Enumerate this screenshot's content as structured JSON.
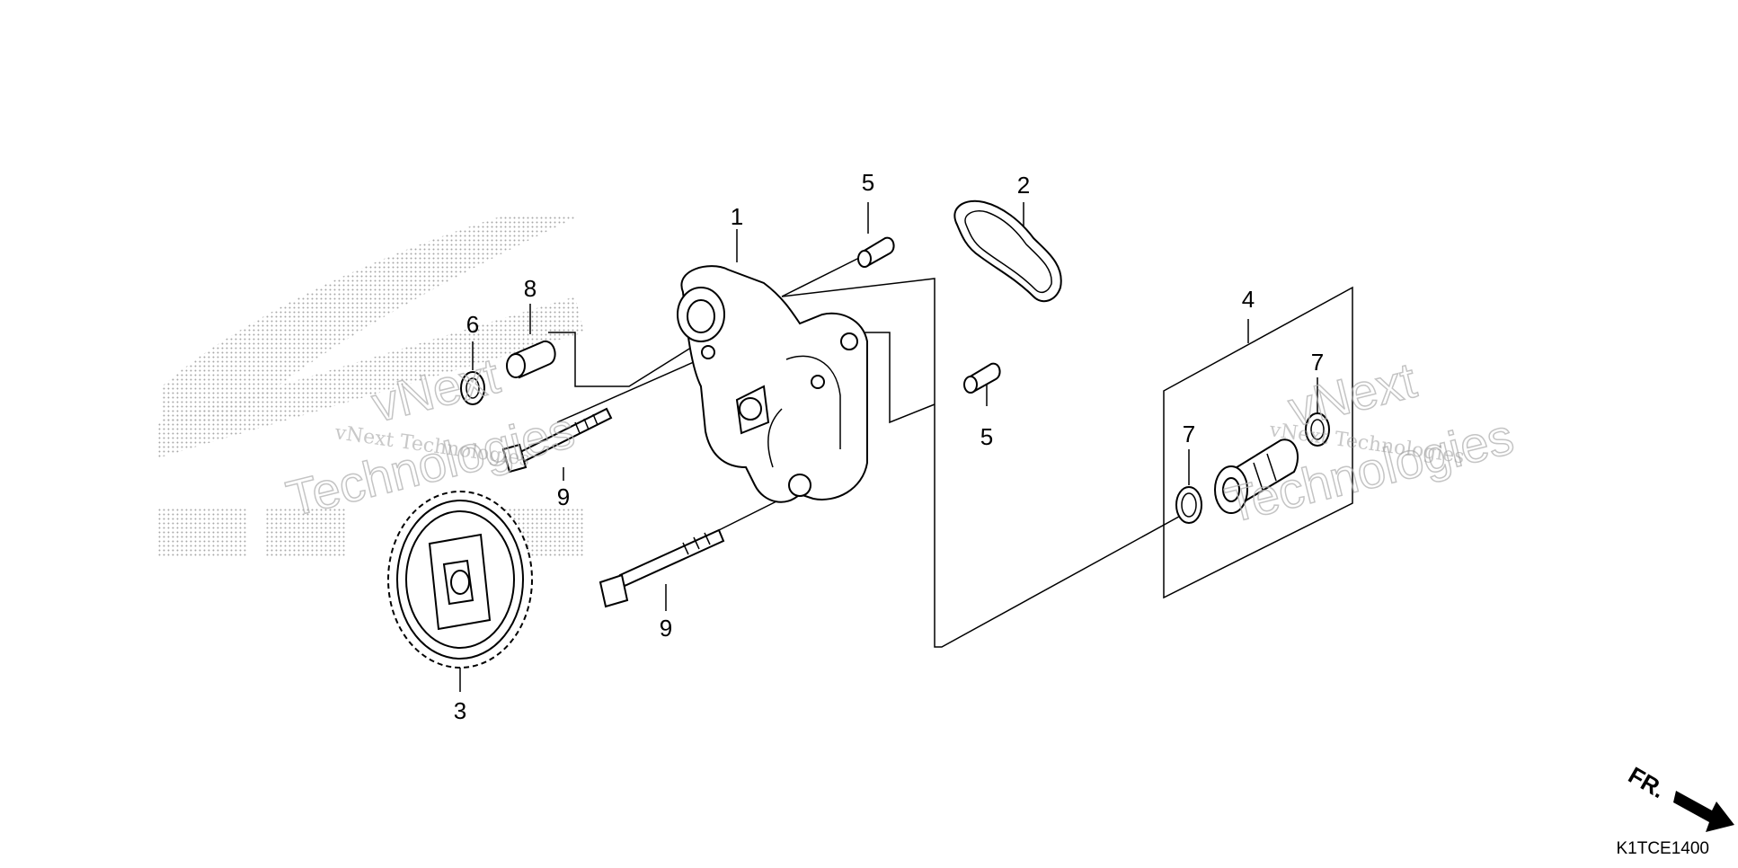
{
  "diagram": {
    "callouts": {
      "c1": "1",
      "c2": "2",
      "c3": "3",
      "c4": "4",
      "c5a": "5",
      "c5b": "5",
      "c6": "6",
      "c7a": "7",
      "c7b": "7",
      "c8": "8",
      "c9a": "9",
      "c9b": "9"
    },
    "watermark": {
      "line1": "vNext",
      "line2": "Technologies",
      "serif_text": "vNext Technologies"
    },
    "direction_label": "FR.",
    "figure_code": "K1TCE1400"
  },
  "colors": {
    "ink": "#000000",
    "background": "#ffffff",
    "watermark": "#9a9a9a"
  }
}
